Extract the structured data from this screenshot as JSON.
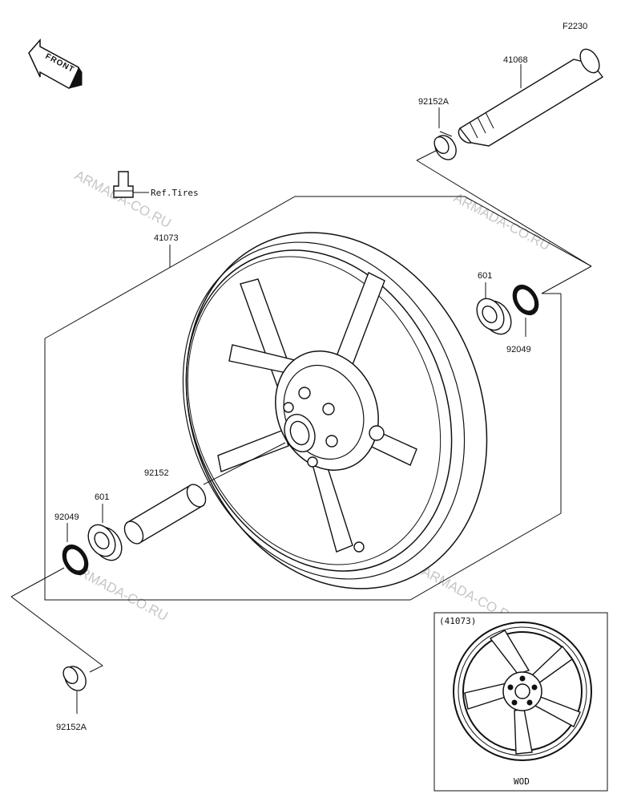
{
  "diagram_code": "F2230",
  "front_label": "FRONT",
  "watermark": "ARMADA-CO.RU",
  "parts": {
    "axle": "41068",
    "collar_top": "92152A",
    "valve_ref": "Ref.Tires",
    "wheel": "41073",
    "bearing_right": "601",
    "seal_right": "92049",
    "spacer": "92152",
    "bearing_left": "601",
    "seal_left": "92049",
    "collar_bottom": "92152A"
  },
  "inset": {
    "ref": "(41073)",
    "caption": "WOD"
  }
}
